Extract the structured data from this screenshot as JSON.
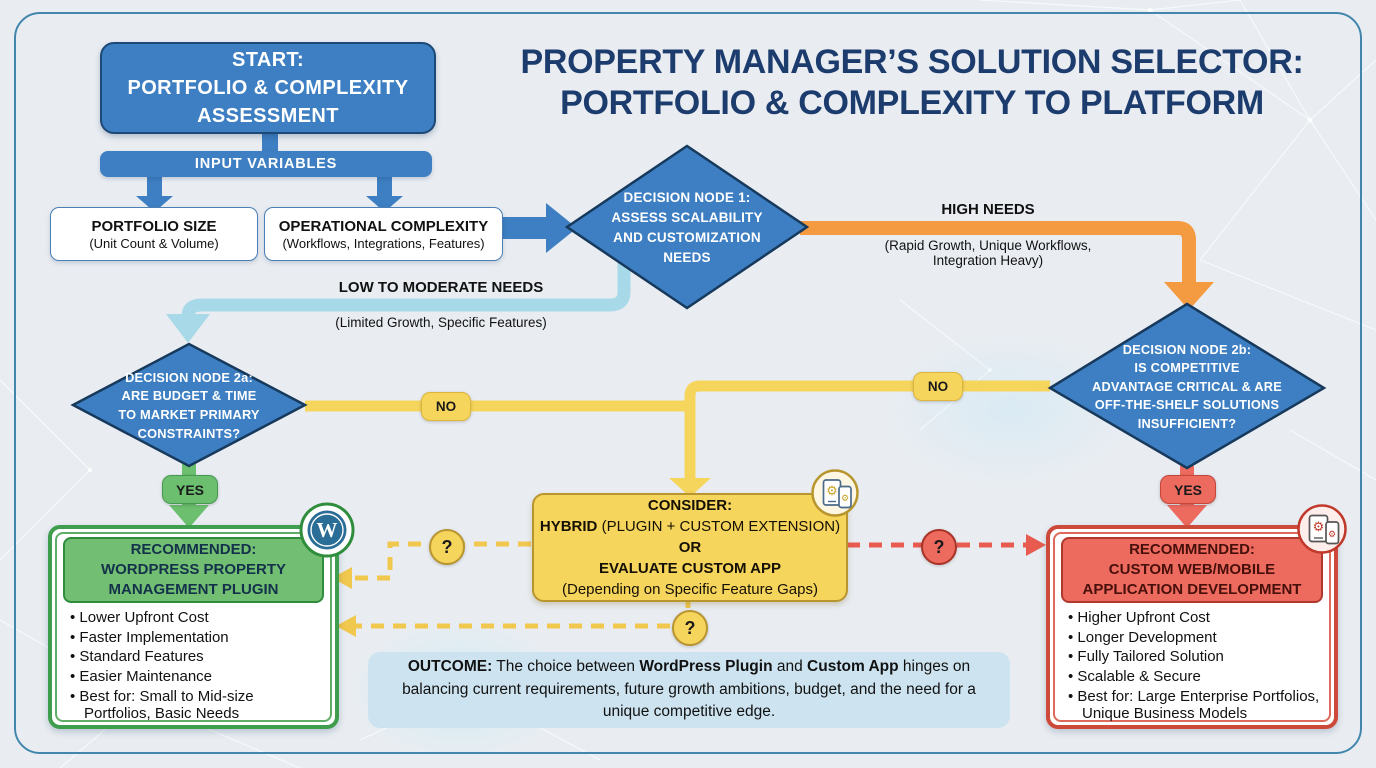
{
  "title": "PROPERTY MANAGER’S SOLUTION SELECTOR:\nPORTFOLIO & COMPLEXITY TO PLATFORM",
  "start": {
    "label": "START:\nPORTFOLIO & COMPLEXITY\nASSESSMENT",
    "banner": "INPUT VARIABLES"
  },
  "inputs": {
    "portfolio_size": {
      "title": "PORTFOLIO SIZE",
      "subtitle": "(Unit Count & Volume)"
    },
    "operational_complexity": {
      "title": "OPERATIONAL COMPLEXITY",
      "subtitle": "(Workflows, Integrations, Features)"
    }
  },
  "decision1": {
    "label": "DECISION NODE 1:\nASSESS SCALABILITY\nAND CUSTOMIZATION\nNEEDS"
  },
  "branch_high": {
    "label": "HIGH NEEDS",
    "subtitle": "(Rapid Growth, Unique Workflows,\nIntegration Heavy)"
  },
  "branch_low": {
    "label": "LOW TO MODERATE NEEDS",
    "subtitle": "(Limited Growth, Specific Features)"
  },
  "decision2a": {
    "label": "DECISION NODE 2a:\nARE BUDGET & TIME\nTO MARKET PRIMARY\nCONSTRAINTS?",
    "yes_label": "YES",
    "no_label": "NO"
  },
  "decision2b": {
    "label": "DECISION NODE 2b:\nIS COMPETITIVE\nADVANTAGE CRITICAL & ARE\nOFF-THE-SHELF SOLUTIONS\nINSUFFICIENT?",
    "yes_label": "YES",
    "no_label": "NO"
  },
  "wordpress_box": {
    "header": "RECOMMENDED:\nWORDPRESS PROPERTY\nMANAGEMENT PLUGIN",
    "icon": "wordpress-logo",
    "bullets": [
      "Lower Upfront Cost",
      "Faster Implementation",
      "Standard Features",
      "Easier Maintenance",
      "Best for: Small to Mid-size Portfolios, Basic Needs"
    ]
  },
  "hybrid_box": {
    "line1": "CONSIDER:",
    "line2_bold": "HYBRID",
    "line2_rest": " (PLUGIN + CUSTOM EXTENSION)",
    "line3": "OR",
    "line4": "EVALUATE CUSTOM APP",
    "line5": "(Depending on Specific Feature Gaps)",
    "icon": "hybrid-devices"
  },
  "custom_box": {
    "header": "RECOMMENDED:\nCUSTOM WEB/MOBILE\nAPPLICATION DEVELOPMENT",
    "icon": "custom-app-devices",
    "bullets": [
      "Higher Upfront Cost",
      "Longer Development",
      "Fully Tailored Solution",
      "Scalable & Secure",
      "Best for: Large Enterprise Portfolios, Unique Business Models"
    ]
  },
  "question_badge": "?",
  "wordpress_w": "W",
  "outcome": {
    "bold1": "OUTCOME:",
    "text1": " The choice between ",
    "bold2": "WordPress Plugin",
    "text2": " and ",
    "bold3": "Custom App",
    "text3": " hinges on balancing current requirements, future growth ambitions, budget, and the need for a unique competitive edge."
  },
  "colors": {
    "node_blue": "#3d7fc2",
    "title_navy": "#1d3c6e",
    "high_orange": "#f49a40",
    "low_light_blue": "#a7d9e8",
    "maybe_yellow": "#f6d55c",
    "yes_green": "#6cbf6e",
    "yes_red": "#ed6a5f",
    "outcome_bg": "#cde4f0"
  }
}
